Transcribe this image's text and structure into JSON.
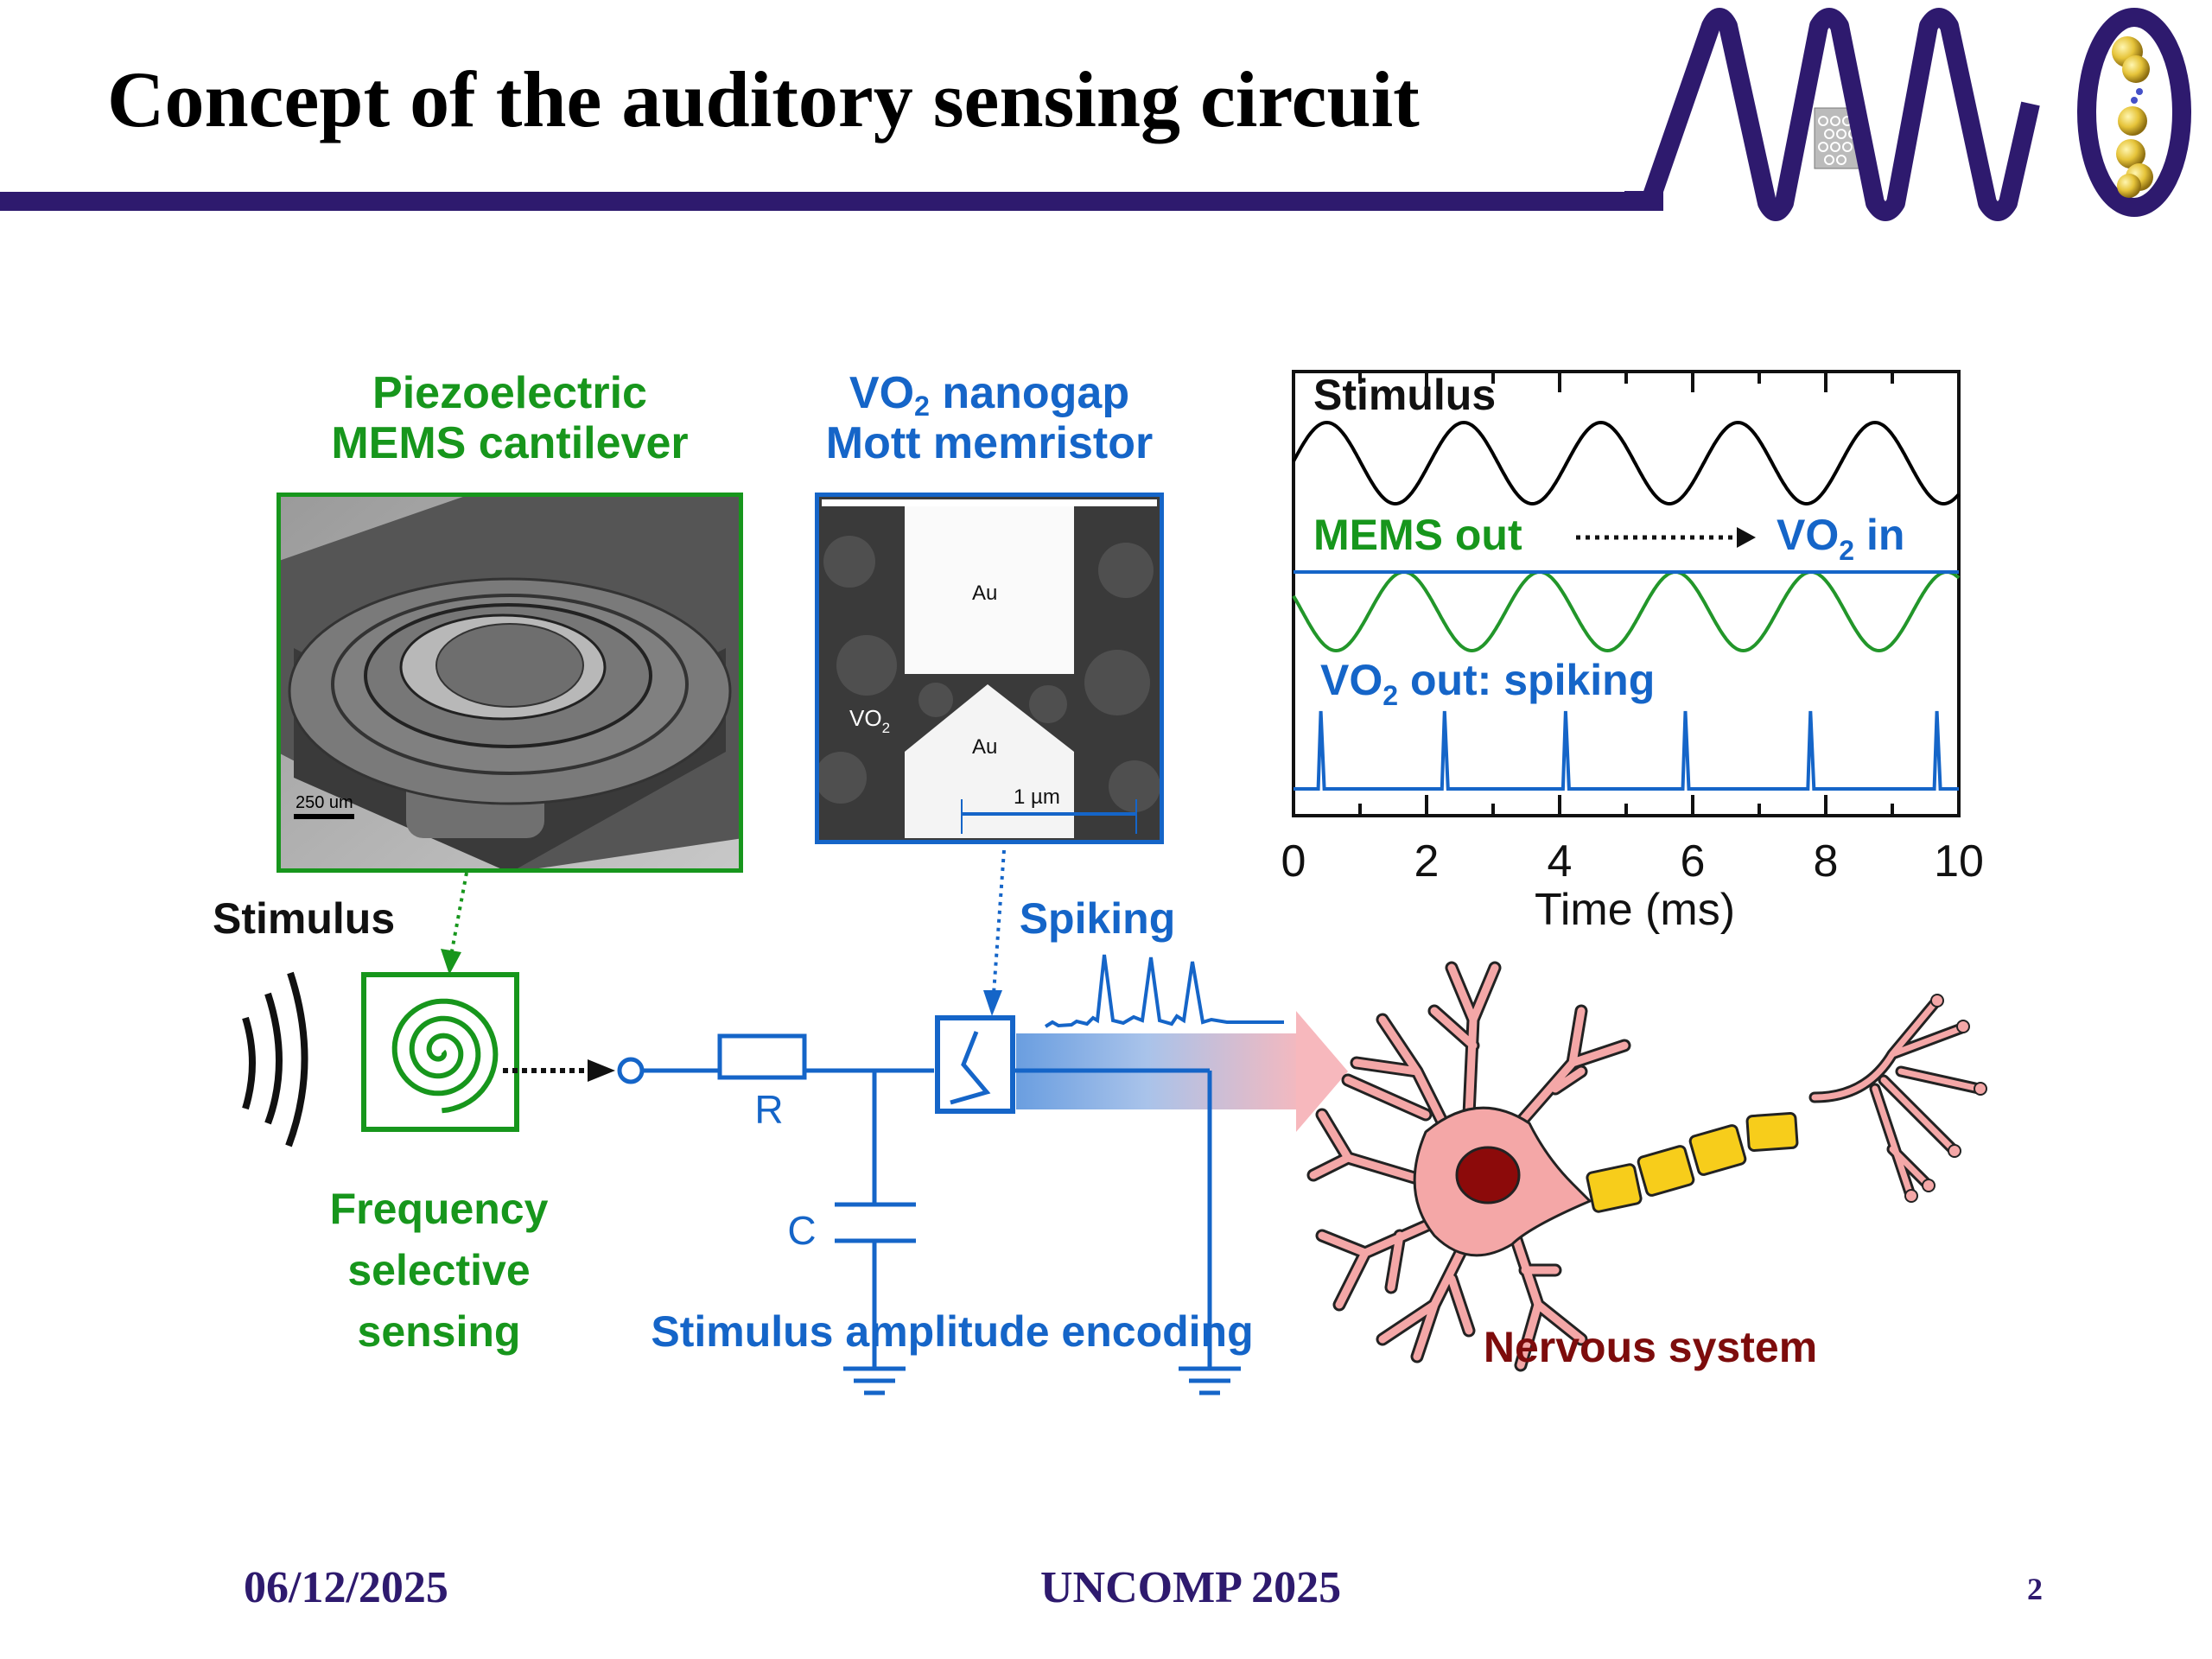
{
  "slide": {
    "title": "Concept of the auditory sensing circuit",
    "logo": {
      "text_shape": "NANO",
      "description": "wave-shaped NANO logo with carbon nanotube and gold atom chain"
    },
    "colors": {
      "header_bar": "#2e1a6e",
      "green": "#17961c",
      "blue": "#1565c8",
      "maroon": "#7d0c0c",
      "neuron_pink": "#f4a7a7",
      "myelin_yellow": "#f7cd1b"
    }
  },
  "panels": {
    "mems": {
      "title_line1": "Piezoelectric",
      "title_line2": "MEMS cantilever",
      "scale_bar": "250 um"
    },
    "vo2": {
      "title_prefix": "VO",
      "title_sub": "2",
      "title_suffix": " nanogap",
      "title_line2": "Mott memristor",
      "label_au_top": "Au",
      "label_au_bottom": "Au",
      "label_vo2": "VO",
      "label_vo2_sub": "2",
      "scale_bar": "1 µm"
    }
  },
  "circuit": {
    "stimulus_label": "Stimulus",
    "resistor_label": "R",
    "capacitor_label": "C",
    "spiking_label": "Spiking",
    "left_caption_line1": "Frequency",
    "left_caption_line2": "selective",
    "left_caption_line3": "sensing",
    "middle_caption": "Stimulus amplitude encoding",
    "right_caption": "Nervous system"
  },
  "chart_data": {
    "type": "line",
    "title": "",
    "xlabel": "Time (ms)",
    "ylabel": "",
    "xlim": [
      0,
      10
    ],
    "xticks": [
      0,
      2,
      4,
      6,
      8,
      10
    ],
    "minor_xticks": [
      1,
      3,
      5,
      7,
      9
    ],
    "grid": false,
    "annotations": {
      "stimulus": "Stimulus",
      "mems_out": "MEMS out",
      "vo2_in_prefix": "VO",
      "vo2_in_sub": "2",
      "vo2_in_suffix": " in",
      "vo2_out_prefix": "VO",
      "vo2_out_sub": "2",
      "vo2_out_suffix": " out: spiking"
    },
    "series": [
      {
        "name": "Stimulus",
        "color": "#000000",
        "kind": "sine",
        "period_ms": 2.06,
        "first_peak_ms": 0.5
      },
      {
        "name": "MEMS out",
        "color": "#22962a",
        "kind": "sine",
        "period_ms": 2.04,
        "first_peak_ms": 1.66
      },
      {
        "name": "VO2 in",
        "color": "#1565c8",
        "kind": "flat"
      },
      {
        "name": "VO2 out: spiking",
        "color": "#1565c8",
        "kind": "spikes",
        "spike_times_ms": [
          0.41,
          2.27,
          4.09,
          5.89,
          7.77,
          9.67
        ]
      }
    ]
  },
  "footer": {
    "date": "06/12/2025",
    "conference": "UNCOMP 2025",
    "page": "2"
  }
}
